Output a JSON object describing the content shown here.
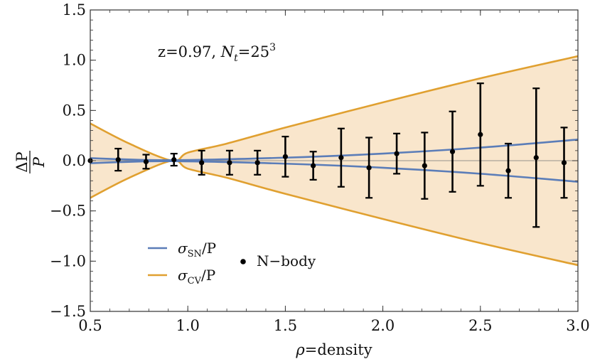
{
  "chart_data": {
    "type": "line",
    "annotation": {
      "z_text": "z=0.97, ",
      "n_symbol": "N",
      "n_subscript": "t",
      "n_value": "=25",
      "n_exponent": "3"
    },
    "xlabel": {
      "symbol": "ρ",
      "text": "=density"
    },
    "ylabel": {
      "numerator": "ΔP",
      "denominator": "P"
    },
    "xlim": [
      0.5,
      3.0
    ],
    "ylim": [
      -1.5,
      1.5
    ],
    "xticks": [
      "0.5",
      "1.0",
      "1.5",
      "2.0",
      "2.5",
      "3.0"
    ],
    "yticks": [
      "1.5",
      "1.0",
      "0.5",
      "0.0",
      "-0.5",
      "-1.0",
      "-1.5"
    ],
    "grid": false,
    "legend_placement": "bottom-left",
    "legend": {
      "sn": {
        "symbol": "σ",
        "sub": "SN",
        "suffix": "/P"
      },
      "cv": {
        "symbol": "σ",
        "sub": "CV",
        "suffix": "/P"
      },
      "nbody": "N−body"
    },
    "colors": {
      "sn": "#5b7db8",
      "cv": "#e0a030",
      "band": "#f9e6cc",
      "points": "#000000"
    },
    "series": [
      {
        "key": "cv",
        "x": [
          0.5,
          0.7,
          0.92,
          1.0,
          1.2,
          1.5,
          2.0,
          2.5,
          3.0
        ],
        "upper": [
          0.37,
          0.17,
          0.0,
          0.08,
          0.17,
          0.33,
          0.58,
          0.82,
          1.04
        ]
      },
      {
        "key": "sn",
        "x": [
          0.5,
          0.9,
          1.5,
          2.0,
          2.5,
          3.0
        ],
        "upper": [
          0.025,
          0.005,
          0.03,
          0.07,
          0.13,
          0.21
        ]
      }
    ],
    "points": {
      "x": [
        0.5,
        0.643,
        0.786,
        0.929,
        1.071,
        1.214,
        1.357,
        1.5,
        1.643,
        1.786,
        1.929,
        2.071,
        2.214,
        2.357,
        2.5,
        2.643,
        2.786,
        2.929
      ],
      "y": [
        0.0,
        0.01,
        -0.01,
        0.01,
        -0.02,
        -0.02,
        -0.02,
        0.04,
        -0.05,
        0.03,
        -0.07,
        0.07,
        -0.05,
        0.09,
        0.26,
        -0.1,
        0.03,
        -0.02
      ],
      "err": [
        0.0,
        0.11,
        0.07,
        0.06,
        0.12,
        0.12,
        0.12,
        0.2,
        0.14,
        0.29,
        0.3,
        0.2,
        0.33,
        0.4,
        0.51,
        0.27,
        0.69,
        0.35
      ]
    }
  }
}
